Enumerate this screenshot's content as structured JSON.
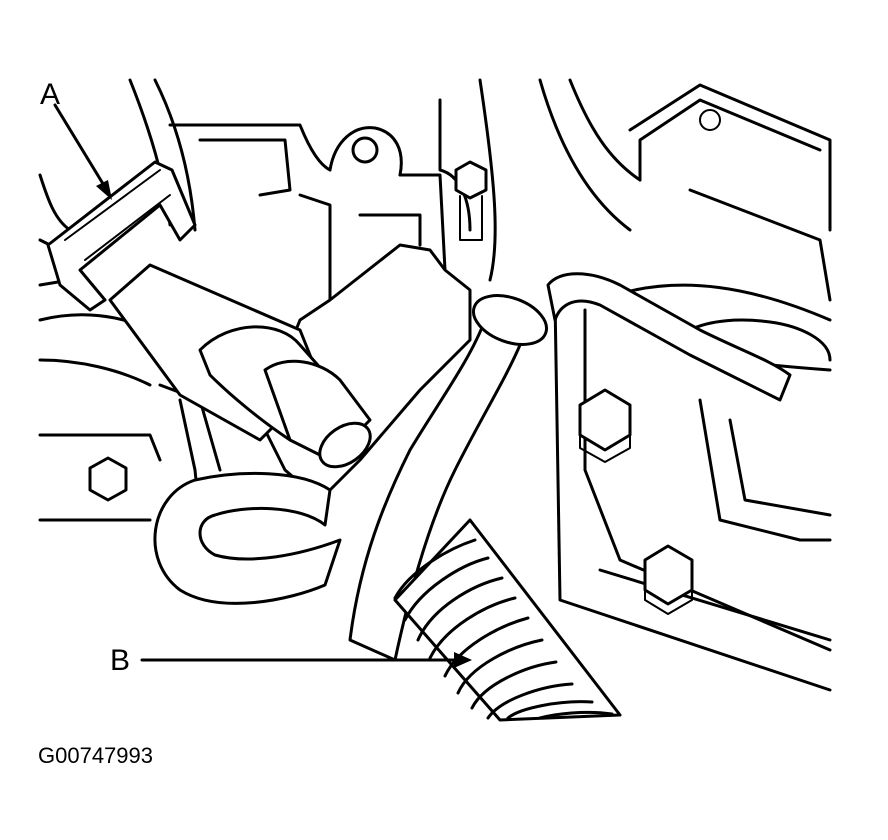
{
  "labels": {
    "a": "A",
    "b": "B"
  },
  "figure_id": "G00747993",
  "colors": {
    "line": "#000000",
    "background": "#ffffff"
  }
}
